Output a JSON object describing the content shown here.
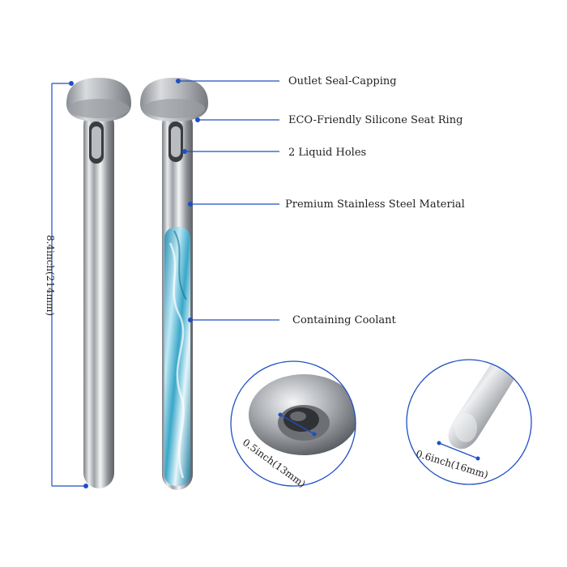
{
  "labels": {
    "outlet": "Outlet Seal-Capping",
    "seat_ring": "ECO-Friendly Silicone Seat Ring",
    "holes": "2 Liquid Holes",
    "material": "Premium Stainless Steel Material",
    "coolant": "Containing Coolant"
  },
  "dimensions": {
    "length": "8.4inch(214mm)",
    "cap_diameter": "0.5inch(13mm)",
    "tip_diameter": "0.6inch(16mm)"
  },
  "colors": {
    "leader": "#1e4fc4",
    "coolant": "#3aa7c9",
    "steel": "#c9ccd0"
  }
}
